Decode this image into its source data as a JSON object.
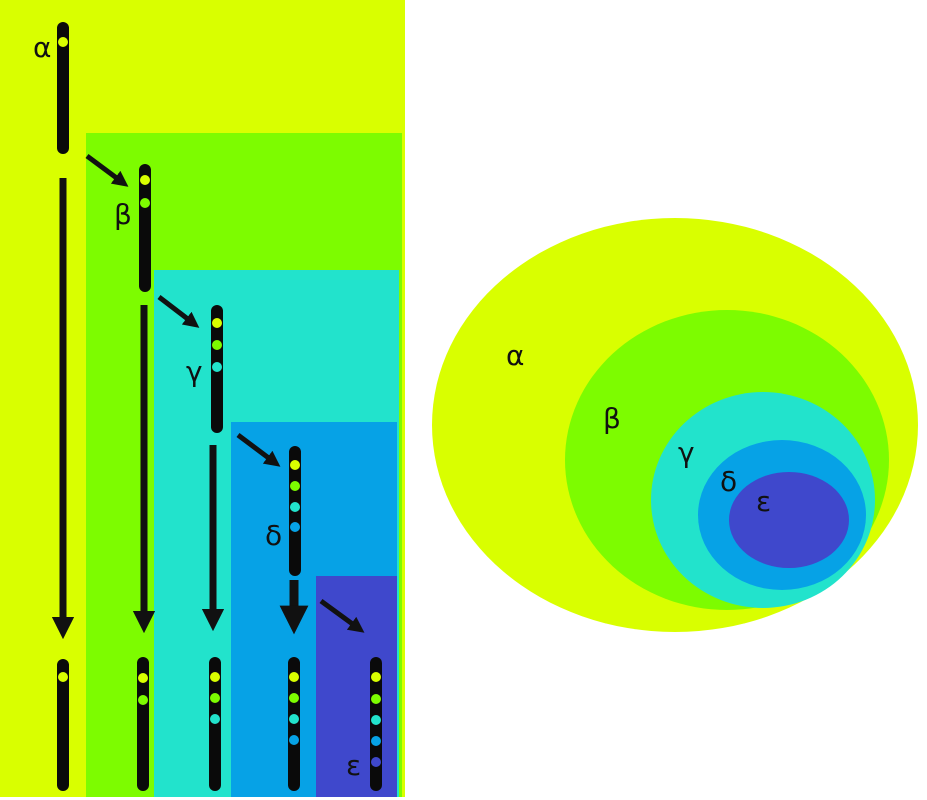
{
  "colors": {
    "alpha": "#d9ff00",
    "beta": "#7dfc00",
    "gamma": "#22e3cc",
    "delta": "#06a2e6",
    "epsilon": "#3f48cc",
    "chromosome": "#0a0a0a",
    "arrow": "#111111"
  },
  "clones": [
    {
      "key": "alpha",
      "label": "α"
    },
    {
      "key": "beta",
      "label": "β"
    },
    {
      "key": "gamma",
      "label": "γ"
    },
    {
      "key": "delta",
      "label": "δ"
    },
    {
      "key": "epsilon",
      "label": "ε"
    }
  ],
  "venn": {
    "labels": [
      "α",
      "β",
      "γ",
      "δ",
      "ε"
    ]
  }
}
